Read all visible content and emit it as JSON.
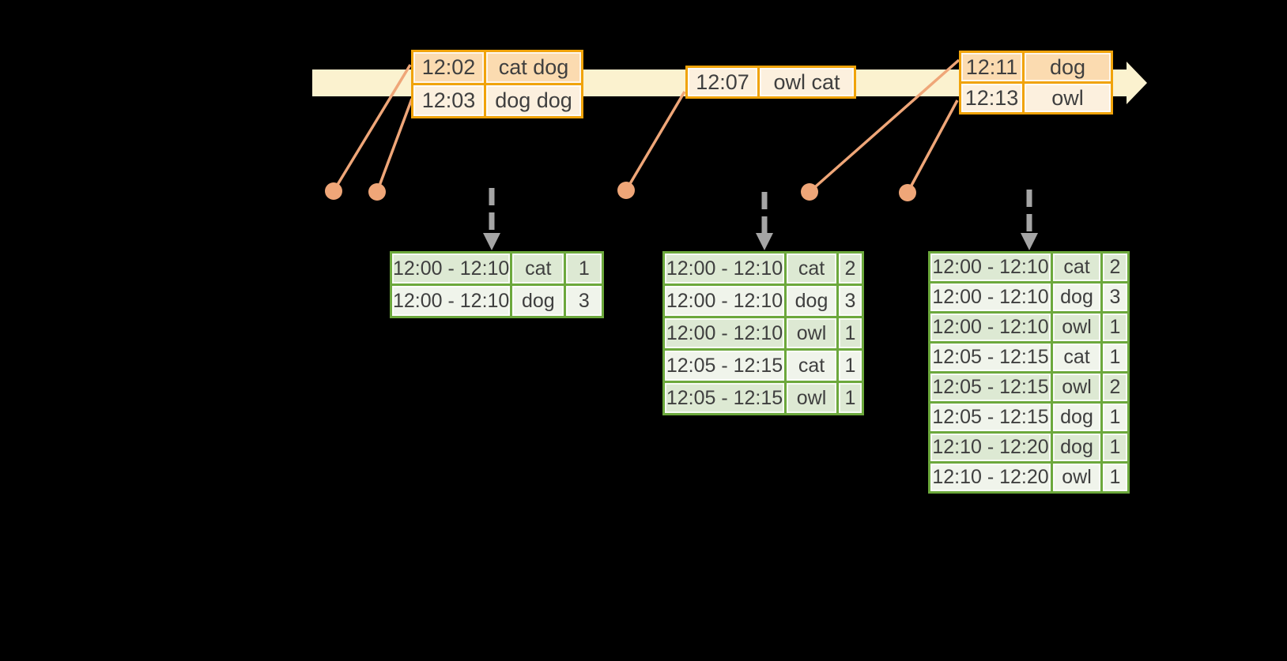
{
  "colors": {
    "background": "#000000",
    "timeline_fill": "#fbf2cf",
    "event_table_border": "#f0a30a",
    "event_row_dark": "#fbdbb0",
    "event_row_light": "#fcf0de",
    "result_table_border": "#6ca83c",
    "result_row_dark": "#dde9d3",
    "result_row_light": "#f0f4eb",
    "connector_orange": "#efa678",
    "trigger_arrow_gray": "#a5a5a5",
    "text_color": "#3f3f3f"
  },
  "event_tables": [
    {
      "rows": [
        [
          "12:02",
          "cat dog"
        ],
        [
          "12:03",
          "dog dog"
        ]
      ]
    },
    {
      "rows": [
        [
          "12:07",
          "owl cat"
        ]
      ]
    },
    {
      "rows": [
        [
          "12:11",
          "dog"
        ],
        [
          "12:13",
          "owl"
        ]
      ]
    }
  ],
  "result_tables": [
    {
      "rows": [
        [
          "12:00 - 12:10",
          "cat",
          "1"
        ],
        [
          "12:00 - 12:10",
          "dog",
          "3"
        ]
      ]
    },
    {
      "rows": [
        [
          "12:00 - 12:10",
          "cat",
          "2"
        ],
        [
          "12:00 - 12:10",
          "dog",
          "3"
        ],
        [
          "12:00 - 12:10",
          "owl",
          "1"
        ],
        [
          "12:05 - 12:15",
          "cat",
          "1"
        ],
        [
          "12:05 - 12:15",
          "owl",
          "1"
        ]
      ]
    },
    {
      "rows": [
        [
          "12:00 - 12:10",
          "cat",
          "2"
        ],
        [
          "12:00 - 12:10",
          "dog",
          "3"
        ],
        [
          "12:00 - 12:10",
          "owl",
          "1"
        ],
        [
          "12:05 - 12:15",
          "cat",
          "1"
        ],
        [
          "12:05 - 12:15",
          "owl",
          "2"
        ],
        [
          "12:05 - 12:15",
          "dog",
          "1"
        ],
        [
          "12:10 - 12:20",
          "dog",
          "1"
        ],
        [
          "12:10 - 12:20",
          "owl",
          "1"
        ]
      ]
    }
  ]
}
